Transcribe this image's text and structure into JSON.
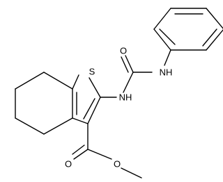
{
  "atoms": {
    "sulfur": "S",
    "carbonyl_oxygen_top": "O",
    "amide_nh_phenyl": "NH",
    "amide_nh_thiophene": "NH",
    "ester_carbonyl_oxygen": "O",
    "ester_ether_oxygen": "O"
  },
  "colors": {
    "bond": "#000000",
    "label": "#000000",
    "background": "#ffffff"
  }
}
